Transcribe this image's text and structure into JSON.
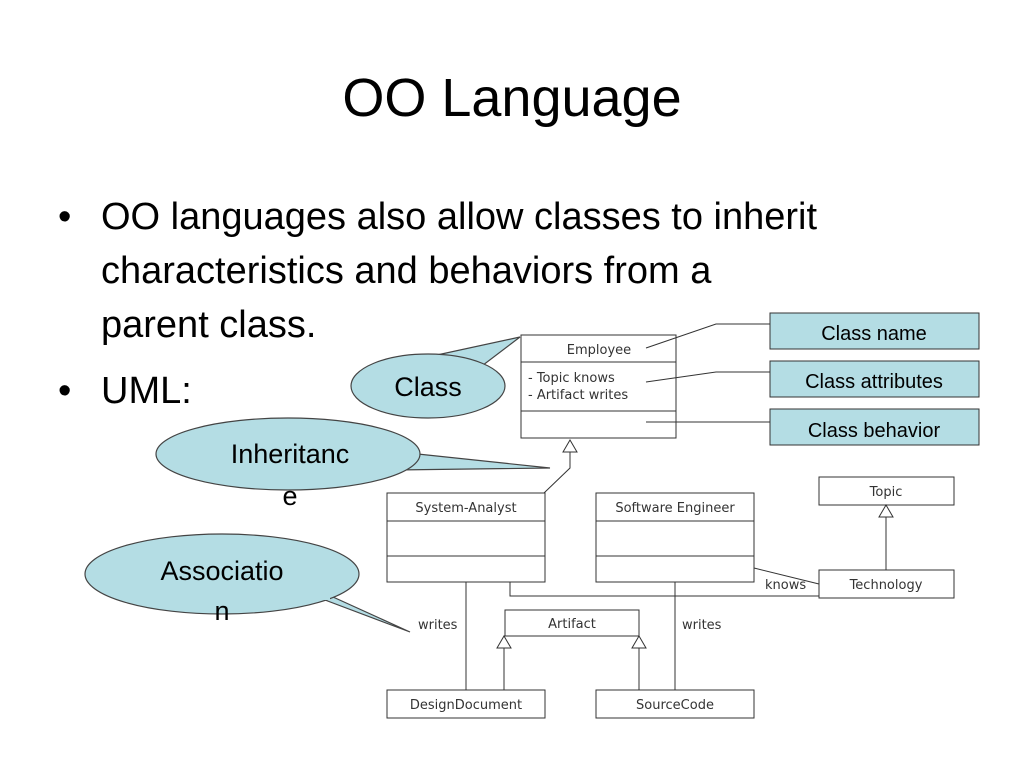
{
  "slide": {
    "title": "OO Language",
    "bullet_symbol": "•",
    "bullets": [
      {
        "line1": "OO languages also allow classes to inherit",
        "line2": "characteristics and behaviors from a",
        "line3": "parent class."
      },
      {
        "line1": "UML:"
      }
    ]
  },
  "legend": {
    "class_name": "Class name",
    "class_attributes": "Class attributes",
    "class_behavior": "Class behavior",
    "fill_color": "#b4dde4"
  },
  "callouts": {
    "class": "Class",
    "inheritance_line1": "Inheritanc",
    "inheritance_line2": "e",
    "association_line1": "Associatio",
    "association_line2": "n",
    "fill_color": "#b4dde4"
  },
  "uml": {
    "employee": {
      "name": "Employee",
      "attr1": "- Topic knows",
      "attr2": "- Artifact writes"
    },
    "system_analyst": {
      "name": "System-Analyst"
    },
    "software_engineer": {
      "name": "Software Engineer"
    },
    "topic": {
      "name": "Topic"
    },
    "technology": {
      "name": "Technology"
    },
    "artifact": {
      "name": "Artifact"
    },
    "design_document": {
      "name": "DesignDocument"
    },
    "source_code": {
      "name": "SourceCode"
    },
    "labels": {
      "knows": "knows",
      "writes_left": "writes",
      "writes_right": "writes"
    }
  }
}
